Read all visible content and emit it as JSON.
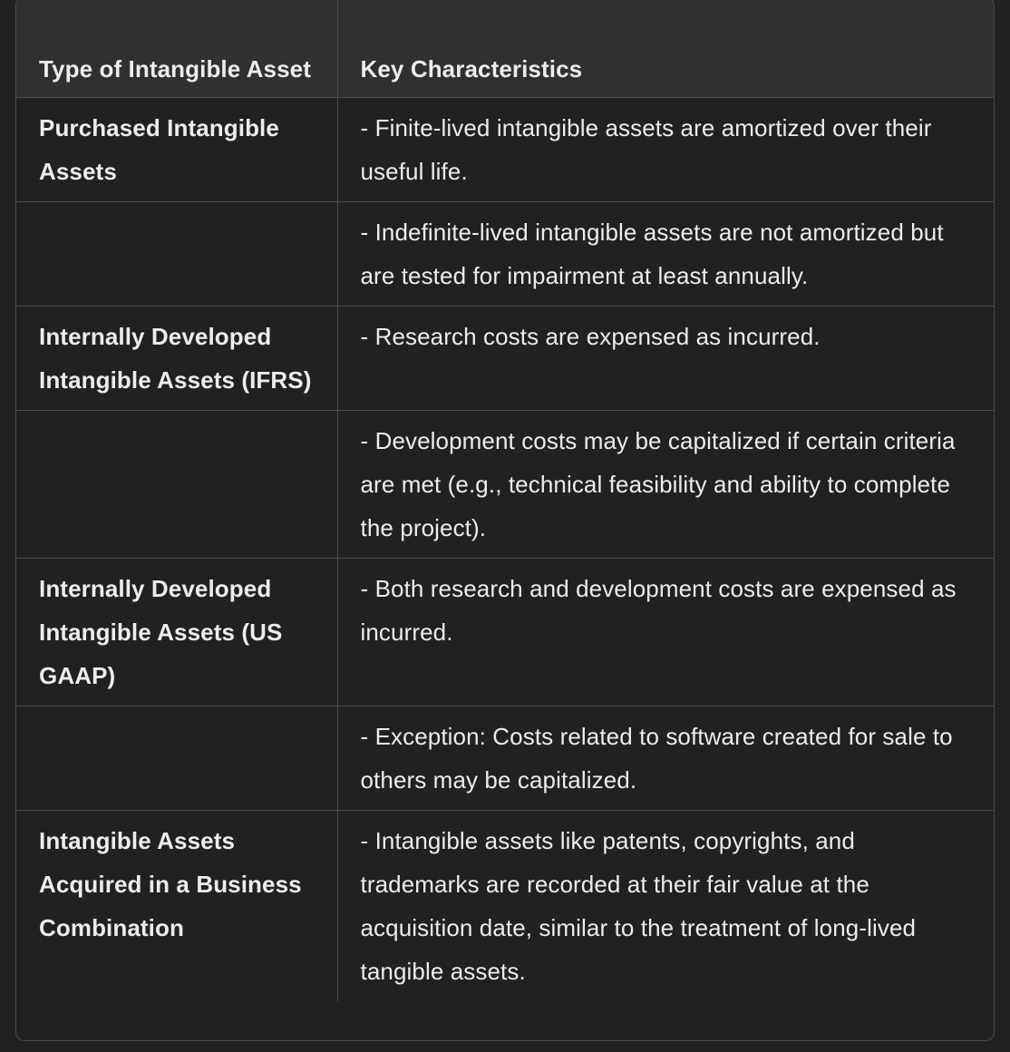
{
  "table": {
    "headers": [
      "Type of Intangible Asset",
      "Key Characteristics"
    ],
    "rows": [
      {
        "type": "Purchased Intangible Assets",
        "characteristic": "- Finite-lived intangible assets are amortized over their useful life."
      },
      {
        "type": "",
        "characteristic": "- Indefinite-lived intangible assets are not amortized but are tested for impairment at least annually."
      },
      {
        "type": "Internally Developed Intangible Assets (IFRS)",
        "characteristic": "- Research costs are expensed as incurred."
      },
      {
        "type": "",
        "characteristic": "- Development costs may be capitalized if certain criteria are met (e.g., technical feasibility and ability to complete the project)."
      },
      {
        "type": "Internally Developed Intangible Assets (US GAAP)",
        "characteristic": "- Both research and development costs are expensed as incurred."
      },
      {
        "type": "",
        "characteristic": "- Exception: Costs related to software created for sale to others may be capitalized."
      },
      {
        "type": "Intangible Assets Acquired in a Business Combination",
        "characteristic": "- Intangible assets like patents, copyrights, and trademarks are recorded at their fair value at the acquisition date, similar to the treatment of long-lived tangible assets."
      }
    ]
  }
}
